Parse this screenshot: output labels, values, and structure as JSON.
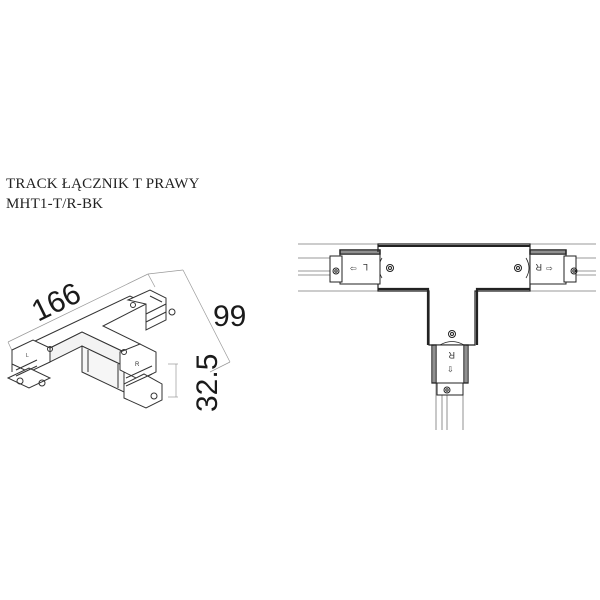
{
  "product": {
    "name": "TRACK ŁĄCZNIK T PRAWY",
    "code": "MHT1-T/R-BK"
  },
  "dimensions": {
    "length": "166",
    "depth": "99",
    "height": "32.5"
  },
  "markings": {
    "left_label": "L",
    "right_label": "R",
    "bottom_label": "R"
  },
  "colors": {
    "line": "#222222",
    "thin_line": "#888888",
    "background": "#ffffff"
  }
}
